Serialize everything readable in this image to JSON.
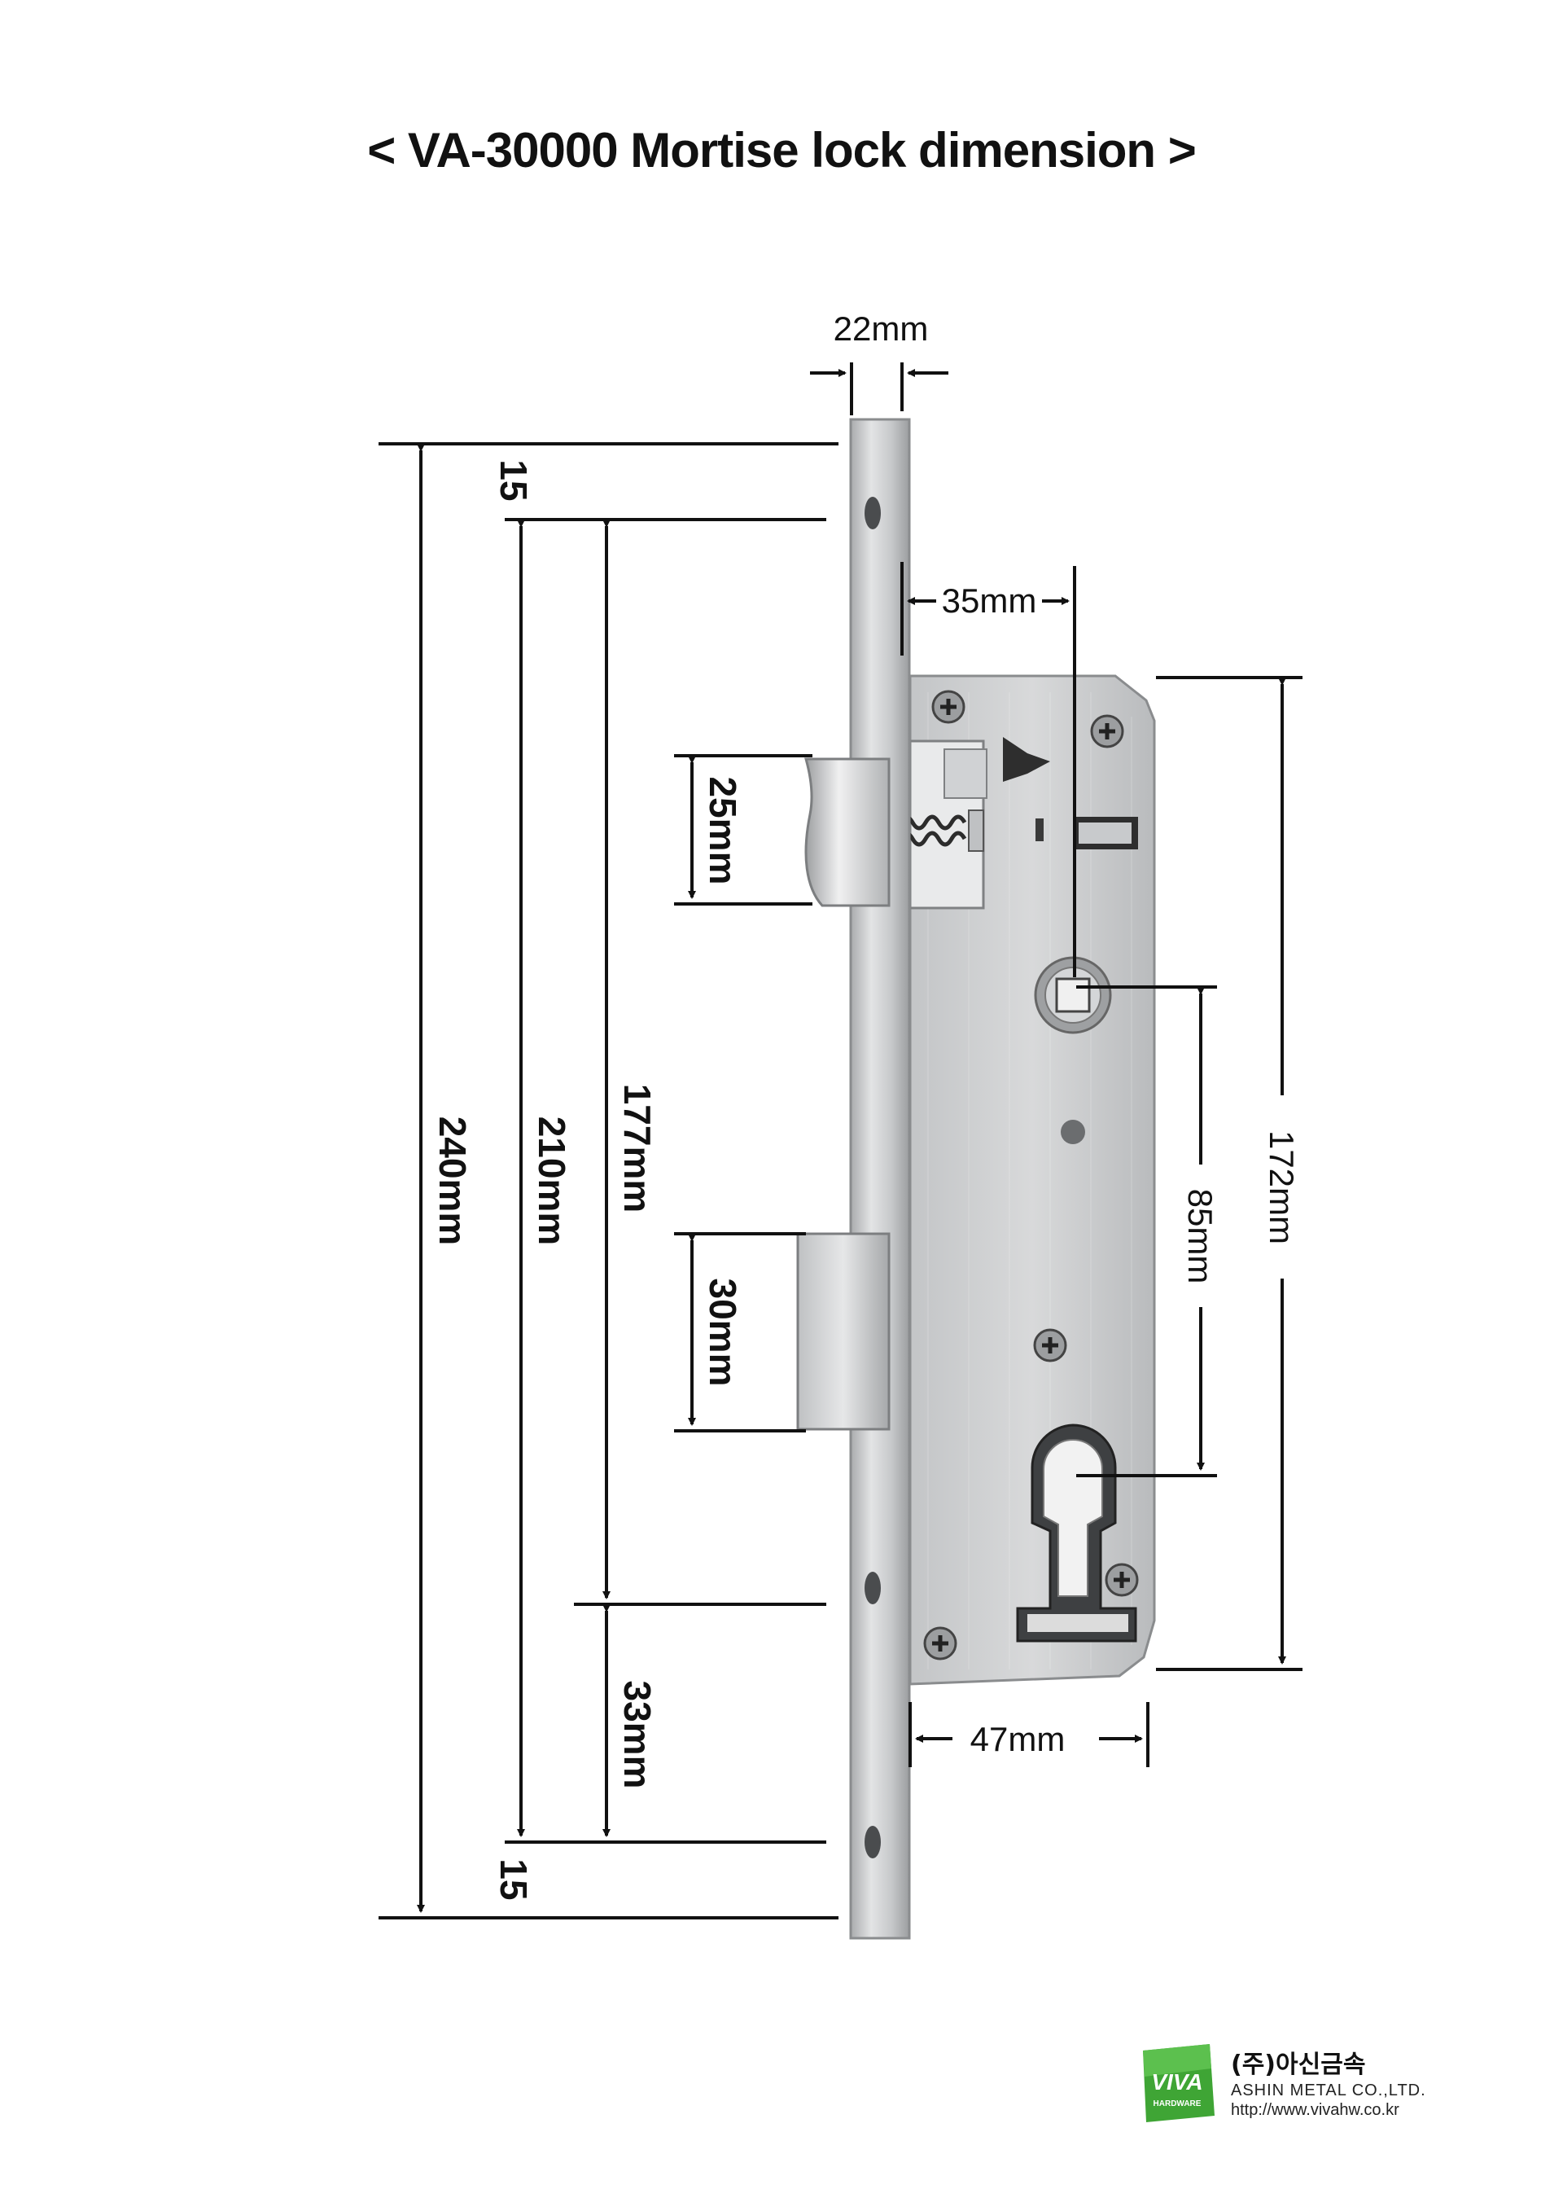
{
  "title": "< VA-30000 Mortise lock dimension >",
  "dimensions": {
    "faceplate_thickness": "22mm",
    "backset": "35mm",
    "total_height": "240mm",
    "screw_hole_spacing": "210mm",
    "latch_to_bottom": "177mm",
    "bottom_segment": "33mm",
    "top_offset": "15",
    "bottom_offset": "15",
    "latch_height": "25mm",
    "deadbolt_height": "30mm",
    "case_height": "172mm",
    "center_distance": "85mm",
    "case_depth": "47mm"
  },
  "logo": {
    "badge_text": "VIVA",
    "badge_sub": "HARDWARE",
    "company_korean": "(주)아신금속",
    "company_english": "ASHIN METAL CO.,LTD.",
    "url": "http://www.vivahw.co.kr"
  },
  "colors": {
    "steel_light": "#d9dadb",
    "steel_mid": "#b8babc",
    "steel_dark": "#8e9092",
    "brand_green": "#3fa535"
  }
}
